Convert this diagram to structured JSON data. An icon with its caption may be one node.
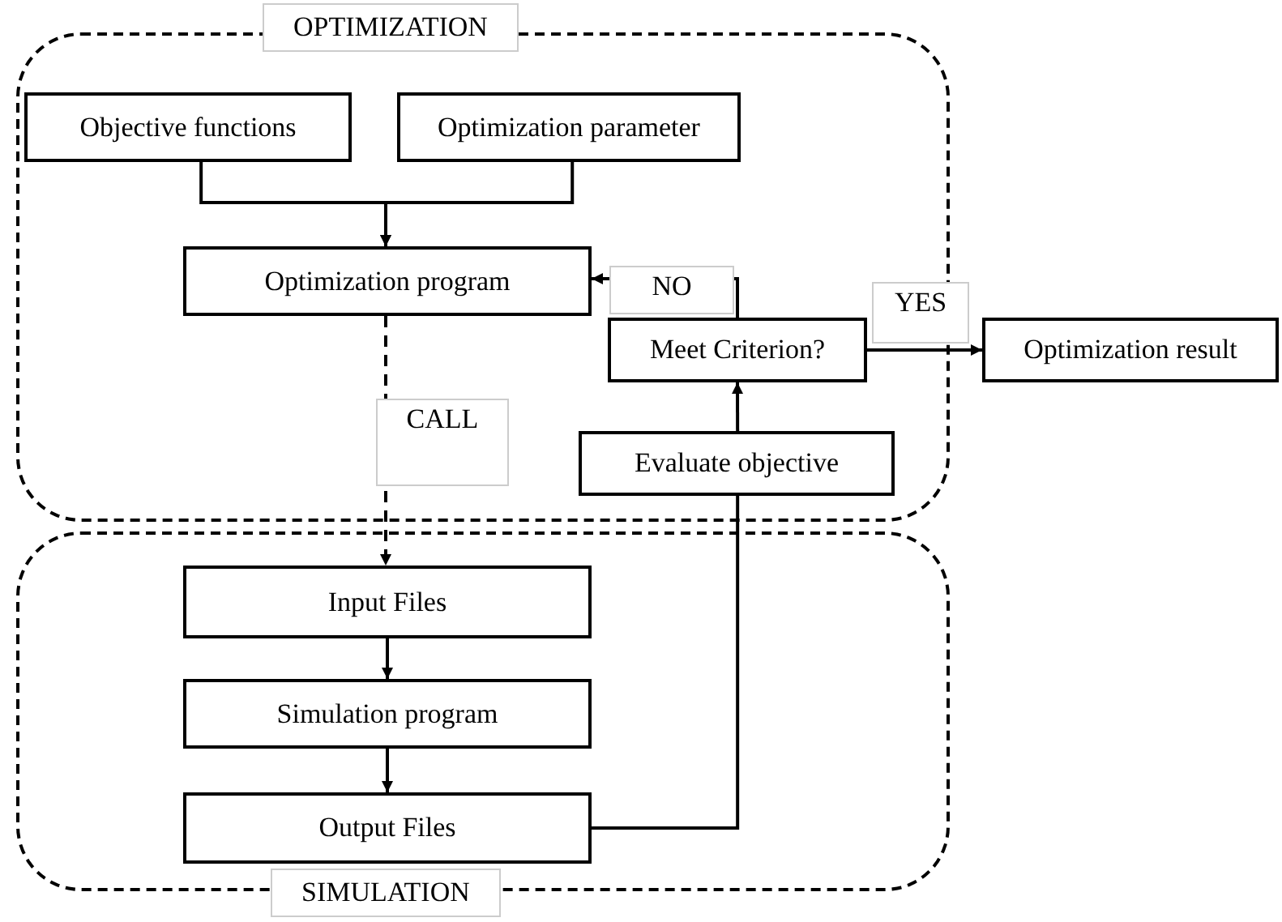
{
  "diagram": {
    "nodes": [
      {
        "text": [
          "OPTIMIZATION"
        ]
      },
      {
        "text": [
          "Objective functions"
        ],
        "in": 0
      },
      {
        "text": [
          "Optimization parameter"
        ],
        "in": 0
      },
      {
        "text": [
          "Optimization program"
        ],
        "in": 0
      },
      {
        "text": [
          "Meet Criterion?"
        ],
        "in": 0
      },
      {
        "text": [
          "Evaluate objective"
        ],
        "in": 0
      },
      {
        "text": [
          "Optimization result"
        ]
      },
      {
        "text": [
          "SIMULATION"
        ]
      },
      {
        "text": [
          "Input Files"
        ],
        "in": 7
      },
      {
        "text": [
          "Simulation program"
        ],
        "in": 7
      },
      {
        "text": [
          "Output Files"
        ],
        "in": 7
      }
    ],
    "edges": [
      {
        "from": 1,
        "to": 3,
        "arrow": "to"
      },
      {
        "from": 2,
        "to": 3,
        "arrow": "to"
      },
      {
        "from": 3,
        "to": 8,
        "arrow": "to",
        "label": "CALL",
        "style": "dashed"
      },
      {
        "from": 4,
        "to": 3,
        "arrow": "to",
        "label": "NO"
      },
      {
        "from": 4,
        "to": 6,
        "arrow": "to",
        "label": "YES"
      },
      {
        "from": 5,
        "to": 4,
        "arrow": "to"
      },
      {
        "from": 8,
        "to": 9,
        "arrow": "to"
      },
      {
        "from": 9,
        "to": 10,
        "arrow": "to"
      },
      {
        "from": 10,
        "to": 5,
        "arrow": "none"
      }
    ]
  }
}
